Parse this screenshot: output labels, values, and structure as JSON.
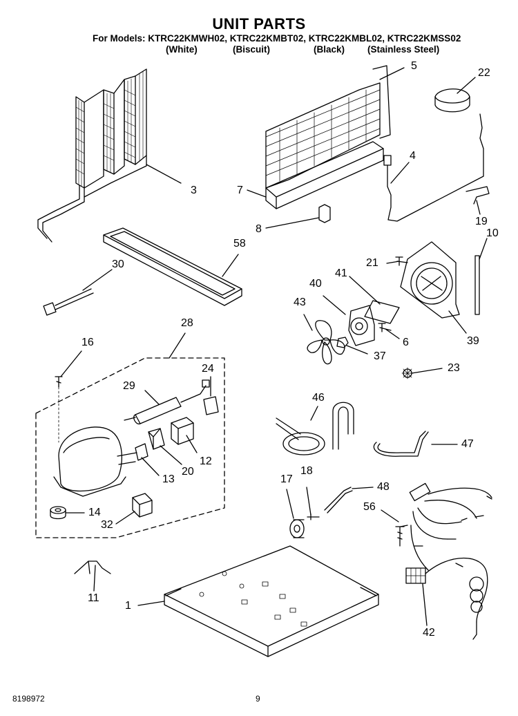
{
  "title": "UNIT PARTS",
  "models_line": "For Models: KTRC22KMWH02, KTRC22KMBT02, KTRC22KMBL02, KTRC22KMSS02",
  "colors": [
    "(White)",
    "(Biscuit)",
    "(Black)",
    "(Stainless Steel)"
  ],
  "callouts": [
    "3",
    "5",
    "22",
    "7",
    "4",
    "8",
    "19",
    "58",
    "10",
    "30",
    "21",
    "41",
    "40",
    "43",
    "6",
    "39",
    "37",
    "28",
    "16",
    "23",
    "24",
    "29",
    "46",
    "47",
    "12",
    "20",
    "13",
    "17",
    "18",
    "48",
    "14",
    "32",
    "56",
    "11",
    "1",
    "42"
  ],
  "footer": {
    "doc_number": "8198972",
    "page": "9"
  }
}
